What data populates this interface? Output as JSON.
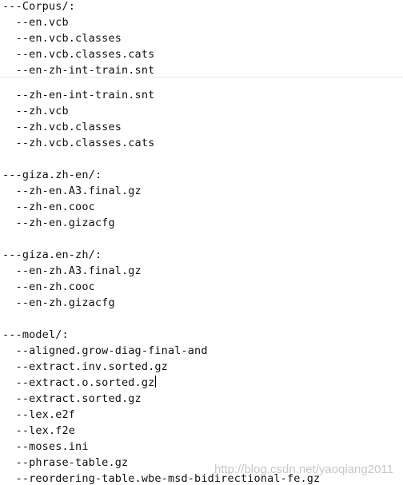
{
  "colors": {
    "text": "#111111",
    "background": "#ffffff",
    "separator": "#e8e8e8",
    "watermark": "#b4b4b4"
  },
  "tree": {
    "corpus": {
      "heading": "---Corpus/:",
      "items_a": [
        "  --en.vcb",
        "  --en.vcb.classes",
        "  --en.vcb.classes.cats",
        "  --en-zh-int-train.snt"
      ],
      "items_b": [
        "  --zh-en-int-train.snt",
        "  --zh.vcb",
        "  --zh.vcb.classes",
        "  --zh.vcb.classes.cats"
      ]
    },
    "giza_zh_en": {
      "heading": "---giza.zh-en/:",
      "items": [
        "  --zh-en.A3.final.gz",
        "  --zh-en.cooc",
        "  --zh-en.gizacfg"
      ]
    },
    "giza_en_zh": {
      "heading": "---giza.en-zh/:",
      "items": [
        "  --en-zh.A3.final.gz",
        "  --en-zh.cooc",
        "  --en-zh.gizacfg"
      ]
    },
    "model": {
      "heading": "---model/:",
      "items": [
        "  --aligned.grow-diag-final-and",
        "  --extract.inv.sorted.gz",
        "  --extract.o.sorted.gz",
        "  --extract.sorted.gz",
        "  --lex.e2f",
        "  --lex.f2e",
        "  --moses.ini",
        "  --phrase-table.gz",
        "  --reordering-table.wbe-msd-bidirectional-fe.gz"
      ]
    }
  },
  "watermark": "http://blog.csdn.net/yaoqiang2011"
}
